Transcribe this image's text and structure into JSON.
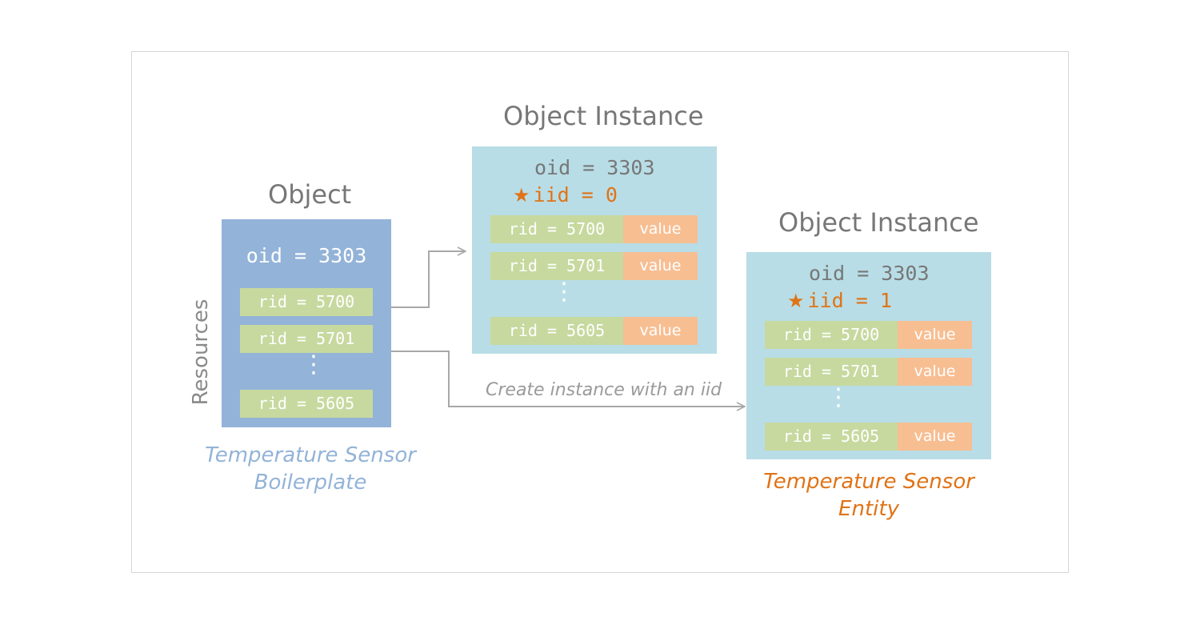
{
  "object": {
    "heading": "Object",
    "oid": "oid = 3303",
    "resources_label": "Resources",
    "rids": [
      "rid = 5700",
      "rid = 5701",
      "rid = 5605"
    ],
    "caption_line1": "Temperature Sensor",
    "caption_line2": "Boilerplate"
  },
  "instance0": {
    "heading": "Object Instance",
    "oid": "oid = 3303",
    "iid": "iid = 0",
    "rows": [
      {
        "rid": "rid = 5700",
        "value": "value"
      },
      {
        "rid": "rid = 5701",
        "value": "value"
      },
      {
        "rid": "rid = 5605",
        "value": "value"
      }
    ]
  },
  "instance1": {
    "heading": "Object Instance",
    "oid": "oid = 3303",
    "iid": "iid = 1",
    "rows": [
      {
        "rid": "rid = 5700",
        "value": "value"
      },
      {
        "rid": "rid = 5701",
        "value": "value"
      },
      {
        "rid": "rid = 5605",
        "value": "value"
      }
    ],
    "caption_line1": "Temperature Sensor",
    "caption_line2": "Entity"
  },
  "connector_label": "Create instance with an iid",
  "colors": {
    "object_box": "#93b3d8",
    "instance_box": "#b8dde6",
    "rid_cell": "#c7d99f",
    "value_cell": "#f7be92",
    "iid_text": "#e07316",
    "boilerplate_caption": "#93b3d8",
    "entity_caption": "#e07316"
  },
  "icons": {
    "iid_marker": "star-icon"
  }
}
